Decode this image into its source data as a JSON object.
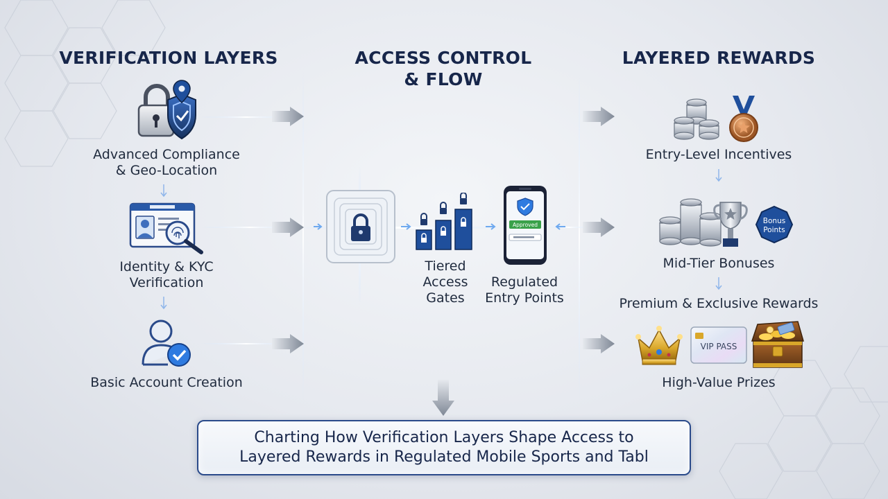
{
  "columns": {
    "verification": {
      "title": "VERIFICATION LAYERS",
      "items": [
        {
          "label": "Advanced Compliance\n& Geo-Location",
          "icon": "lock-shield-location-icon"
        },
        {
          "label": "Identity & KYC\nVerification",
          "icon": "id-card-fingerprint-icon"
        },
        {
          "label": "Basic Account Creation",
          "icon": "user-check-icon"
        }
      ]
    },
    "access": {
      "title": "ACCESS CONTROL\n& FLOW",
      "gate_label": "Tiered\nAccess\nGates",
      "entry_label": "Regulated\nEntry Points",
      "phone_badge": "Approved"
    },
    "rewards": {
      "title": "LAYERED REWARDS",
      "items": [
        {
          "label": "Entry-Level Incentives",
          "icon": "coins-medal-icon"
        },
        {
          "label": "Mid-Tier Bonuses",
          "icon": "coins-trophy-badge-icon"
        },
        {
          "label": "Premium & Exclusive Rewards",
          "icon": ""
        },
        {
          "label": "High-Value Prizes",
          "icon": "crown-vip-chest-icon"
        }
      ],
      "badge_text": "Bonus\nPoints",
      "vip_text": "VIP PASS"
    }
  },
  "banner": "Charting How Verification Layers Shape Access to\nLayered Rewards in Regulated Mobile Sports and Tabl",
  "colors": {
    "navy": "#17264a",
    "blue": "#1f4f9c",
    "accent": "#2a7be0",
    "gold": "#d9a72a",
    "bronze": "#c77b3e",
    "silver": "#b7bec8",
    "green": "#3aa14a"
  }
}
